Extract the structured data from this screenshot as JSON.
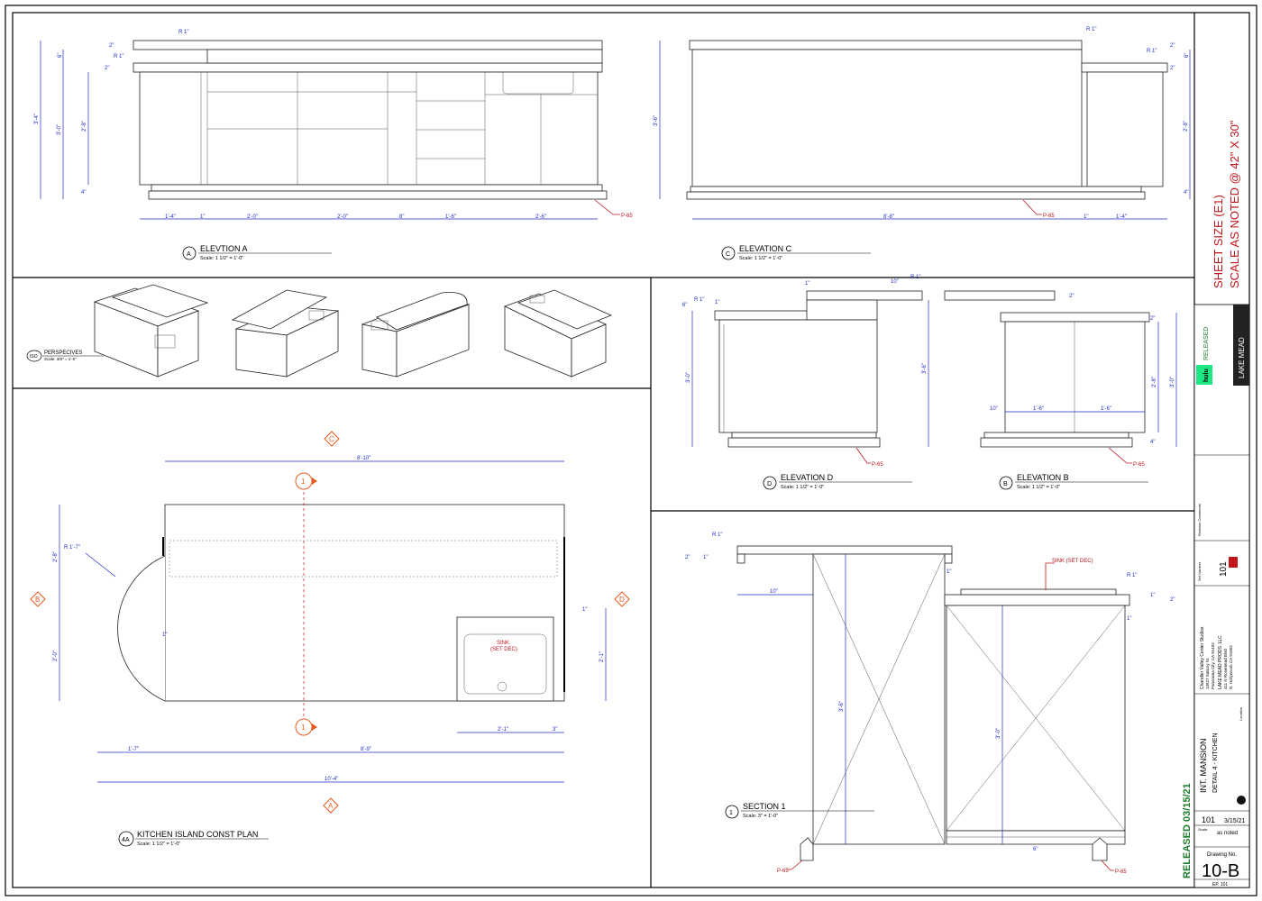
{
  "sheet": {
    "size_note": "SHEET SIZE (E1)",
    "scale_note": "SCALE AS NOTED @ 42\" X 30\"",
    "released_stamp": "RELEASED 03/15/21"
  },
  "views": {
    "elevation_a": {
      "tag": "A",
      "title": "ELEVTION A",
      "scale": "Scale: 1 1/2\" = 1'-0\""
    },
    "elevation_c": {
      "tag": "C",
      "title": "ELEVATION C",
      "scale": "Scale: 1 1/2\" = 1'-0\""
    },
    "elevation_d": {
      "tag": "D",
      "title": "ELEVATION D",
      "scale": "Scale: 1 1/2\" = 1'-0\""
    },
    "elevation_b": {
      "tag": "B",
      "title": "ELEVATION B",
      "scale": "Scale: 1 1/2\" = 1'-0\""
    },
    "iso": {
      "tag": "ISO",
      "title": "PERSPECIVES",
      "scale": "Scale: 3/8\" = 1'-0\""
    },
    "plan": {
      "tag": "4A",
      "title": "KITCHEN ISLAND CONST PLAN",
      "scale": "Scale: 1 1/2\" = 1'-0\""
    },
    "section": {
      "tag": "1",
      "title": "SECTION 1",
      "scale": "Scale: 3\" = 1'-0\""
    }
  },
  "dims": {
    "a_bottom": [
      "1'-4\"",
      "1\"",
      "2'-0\"",
      "2'-0\"",
      "8\"",
      "1'-6\"",
      "2'-6\""
    ],
    "a_left": [
      "3'-4\"",
      "3'-0\"",
      "2'-8\"",
      "6\"",
      "2\"",
      "2\"",
      "4\""
    ],
    "a_radius": "R 1\"",
    "c_bottom": [
      "8'-8\"",
      "1\"",
      "1'-4\""
    ],
    "c_left": "3'-6\"",
    "c_right": [
      "2'-8\"",
      "6\"",
      "2\"",
      "2\"",
      "4\""
    ],
    "c_radius": "R 1\"",
    "d": [
      "1\"",
      "10\"",
      "R 1\"",
      "3'-0\"",
      "3'-6\"",
      "6\"",
      "1\""
    ],
    "b": [
      "1'-6\"",
      "1'-6\"",
      "10\"",
      "2'-8\"",
      "3'-0\"",
      "4\"",
      "2\""
    ],
    "plan": [
      "8'-10\"",
      "R 1'-7\"",
      "2'-8\"",
      "2'-0\"",
      "2'-1\"",
      "1'-7\"",
      "8'-9\"",
      "10'-4\"",
      "2'-1\"",
      "3\"",
      "1\"",
      "1\""
    ],
    "section": [
      "R 1\"",
      "2\"",
      "1\"",
      "10\"",
      "3'-6\"",
      "3'-0\"",
      "1\"",
      "R 1\"",
      "1\"",
      "2\"",
      "1\"",
      "6\""
    ]
  },
  "notes": {
    "finish": "P-65",
    "sink_plan": "SINK",
    "sink_plan_sub": "(SET DEC)",
    "sink_section": "SINK (SET DEC)"
  },
  "callouts": {
    "c": "C",
    "b": "B",
    "d": "D",
    "a": "A",
    "one": "1"
  },
  "titleblock": {
    "company": "LAKE MEAD",
    "network": "hulu",
    "released": "RELEASED",
    "project": "INT. MANSION",
    "detail": "DETAIL 4 - KITCHEN",
    "set_no": "101",
    "date": "3/15/21",
    "scale_label": "Scale:",
    "scale_value": "as noted",
    "drawing_label": "Drawing No.",
    "drawing_no": "10-B",
    "ep": "EP. 101",
    "set_label": "Set Number",
    "location_label": "Location",
    "revisions_label": "Revision Comments",
    "stage": "Chandler Valley Center Studios",
    "stage_addr1": "13927 Saticoy St.",
    "stage_addr2": "Panorama City, CA 91402",
    "producer": "LAKE MEAD PRODS. LLC",
    "prod_addr1": "411 N Rosemead Blvd",
    "prod_addr2": "N. Hollywood, CA 91602"
  },
  "colors": {
    "dimension": "#1f2cc8",
    "callout": "#e85a1f",
    "note": "#c0151b",
    "released": "#1e7a2c",
    "hulu": "#1ce783"
  }
}
